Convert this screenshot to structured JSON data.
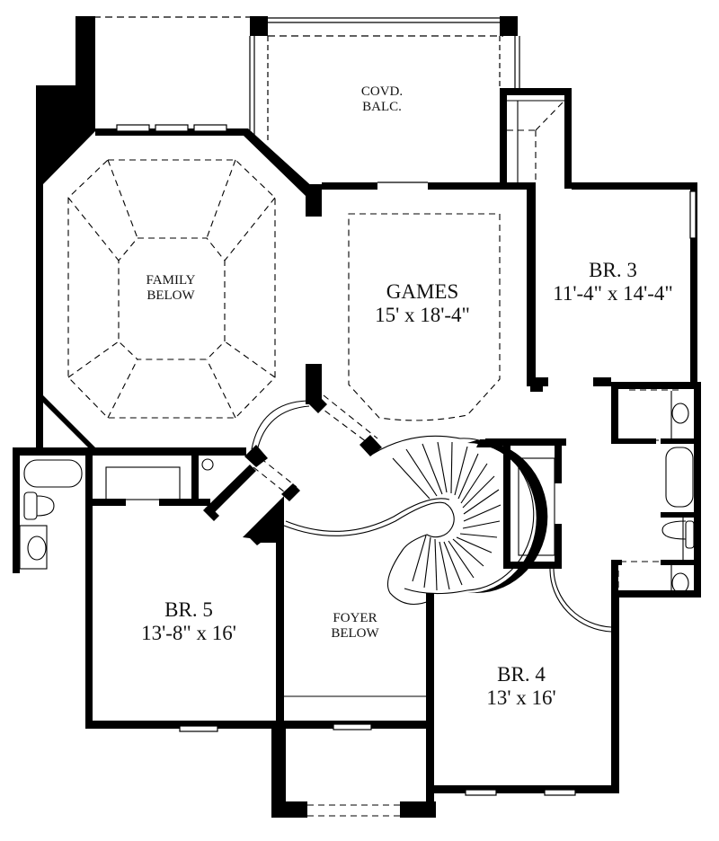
{
  "plan": {
    "type": "second-floor-plan",
    "colors": {
      "wall": "#000000",
      "background": "#ffffff",
      "text": "#111111"
    }
  },
  "rooms": {
    "covd_balc": {
      "line1": "COVD.",
      "line2": "BALC."
    },
    "family": {
      "line1": "FAMILY",
      "line2": "BELOW"
    },
    "games": {
      "name": "GAMES",
      "dims": "15' x 18'-4\""
    },
    "br3": {
      "name": "BR. 3",
      "dims": "11'-4\" x 14'-4\""
    },
    "br5": {
      "name": "BR. 5",
      "dims": "13'-8\" x 16'"
    },
    "foyer": {
      "line1": "FOYER",
      "line2": "BELOW"
    },
    "br4": {
      "name": "BR. 4",
      "dims": "13' x 16'"
    }
  }
}
